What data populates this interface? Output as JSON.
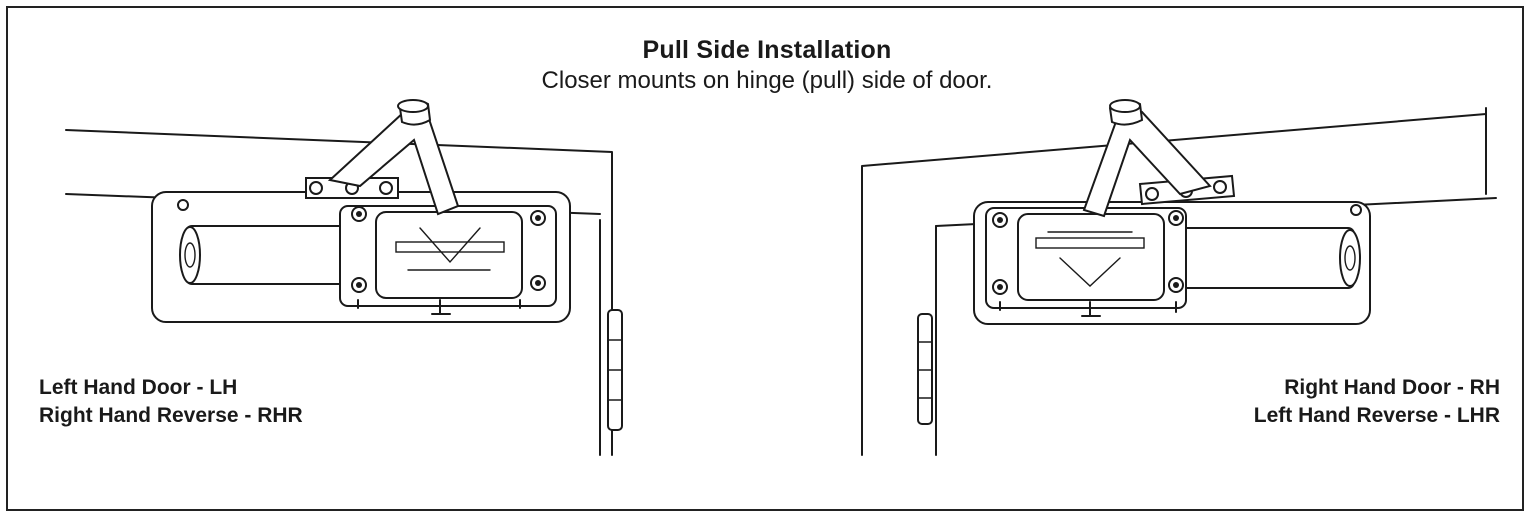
{
  "title": "Pull Side Installation",
  "subtitle": "Closer mounts on hinge (pull) side of door.",
  "left_panel": {
    "caption_line1": "Left Hand Door - LH",
    "caption_line2": "Right Hand Reverse - RHR"
  },
  "right_panel": {
    "caption_line1": "Right Hand Door - RH",
    "caption_line2": "Left Hand Reverse - LHR"
  }
}
